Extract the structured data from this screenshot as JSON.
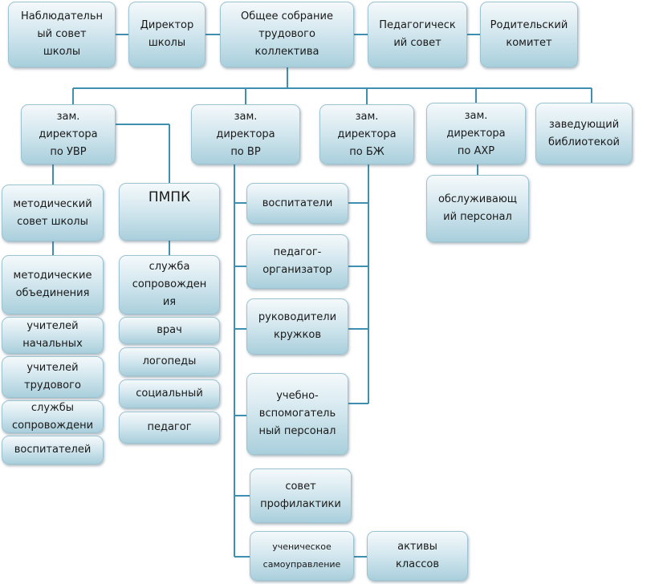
{
  "boxes": {
    "supervisory": "Наблюдательн\nый совет\nшколы",
    "director": "Директор\nшколы",
    "general_meeting": "Общее собрание\nтрудового\nколлектива",
    "ped_council": "Педагогическ\nий совет",
    "parent_committee": "Родительский\nкомитет",
    "deputy_uvr": "зам.\nдиректора\nпо УВР",
    "deputy_vr": "зам.\nдиректора\nпо ВР",
    "deputy_bzh": "зам.\nдиректора\nпо БЖ",
    "deputy_ahr": "зам.\nдиректора\nпо АХР",
    "librarian": "заведующий\nбиблиотекой",
    "method_council": "методический\nсовет школы",
    "pmpk": "ПМПК",
    "method_assoc": "методические\nобъединения",
    "primary_teachers": "учителей\nначальных",
    "labor_teachers": "учителей\nтрудового",
    "support_services": "службы\nсопровождени",
    "educators": "воспитателей",
    "support_service": "служба\nсопровожден\nия",
    "doctor": "врач",
    "speech_therapists": "логопеды",
    "social": "социальный",
    "pedagogue": "педагог",
    "tutors": "воспитатели",
    "organizer": "педагог-\nорганизатор",
    "club_leaders": "руководители\nкружков",
    "aux_staff": "учебно-\nвспомогатель\nный персонал",
    "service_staff": "обслуживающ\nий персонал",
    "prevention_council": "совет\nпрофилактики",
    "student_gov": "ученическое\nсамоуправление",
    "class_activists": "активы\nклассов"
  },
  "colors": {
    "line": "#3f8fb0",
    "box_top": "#f4f9fb",
    "box_bottom": "#a9cfdc",
    "box_border": "#9cc3d1"
  }
}
